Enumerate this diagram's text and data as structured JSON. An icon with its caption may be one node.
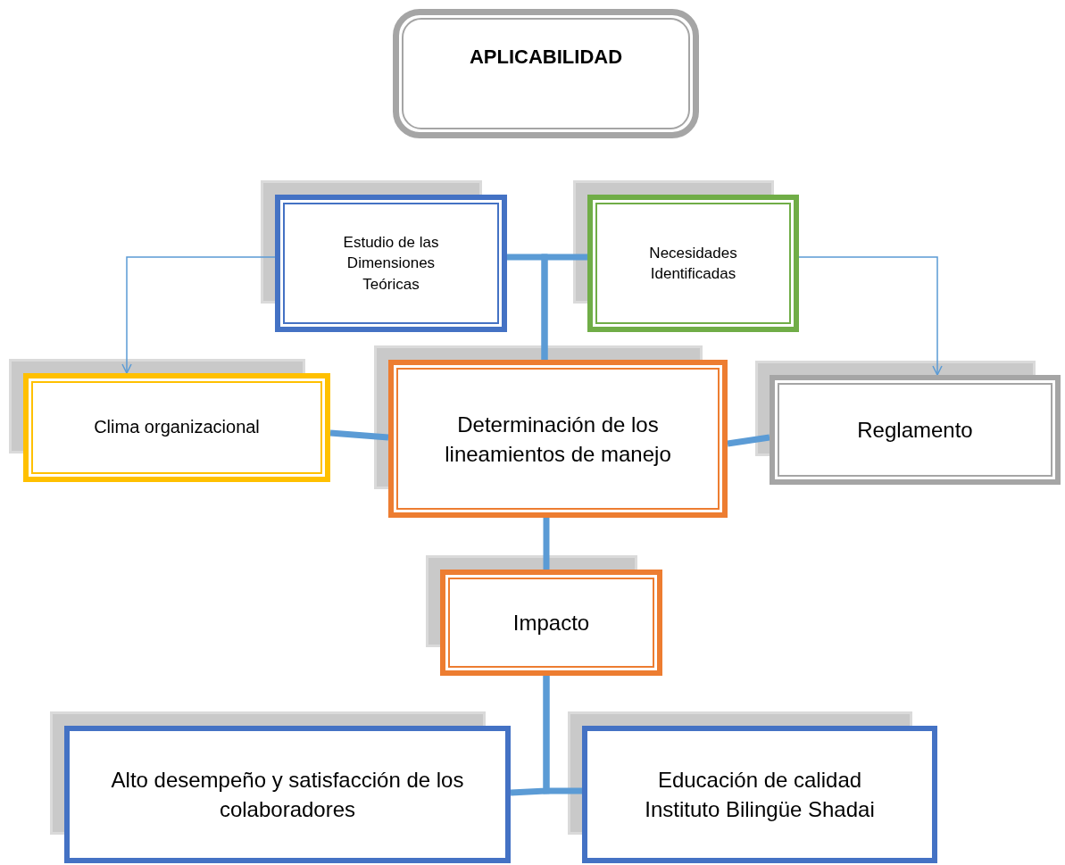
{
  "diagram": {
    "nodes": [
      {
        "text": [
          "APLICABILIDAD"
        ]
      },
      {
        "text": [
          "Estudio de las Dimensiones Teóricas"
        ]
      },
      {
        "text": [
          "Necesidades Identificadas"
        ]
      },
      {
        "text": [
          "Clima organizacional"
        ]
      },
      {
        "text": [
          "Determinación de los lineamientos de manejo"
        ]
      },
      {
        "text": [
          "Reglamento"
        ]
      },
      {
        "text": [
          "Impacto"
        ]
      },
      {
        "text": [
          "Alto desempeño  y satisfacción de los colaboradores"
        ]
      },
      {
        "text": [
          "Educación de calidad Instituto Bilingüe Shadai"
        ]
      }
    ],
    "edges": [
      {
        "from": 1,
        "to": 4,
        "arrow": "none"
      },
      {
        "from": 2,
        "to": 4,
        "arrow": "none"
      },
      {
        "from": 1,
        "to": 3,
        "arrow": "to"
      },
      {
        "from": 2,
        "to": 5,
        "arrow": "to"
      },
      {
        "from": 3,
        "to": 4,
        "arrow": "none"
      },
      {
        "from": 4,
        "to": 5,
        "arrow": "none"
      },
      {
        "from": 4,
        "to": 6,
        "arrow": "none"
      },
      {
        "from": 6,
        "to": 7,
        "arrow": "none"
      },
      {
        "from": 6,
        "to": 8,
        "arrow": "none"
      }
    ]
  }
}
